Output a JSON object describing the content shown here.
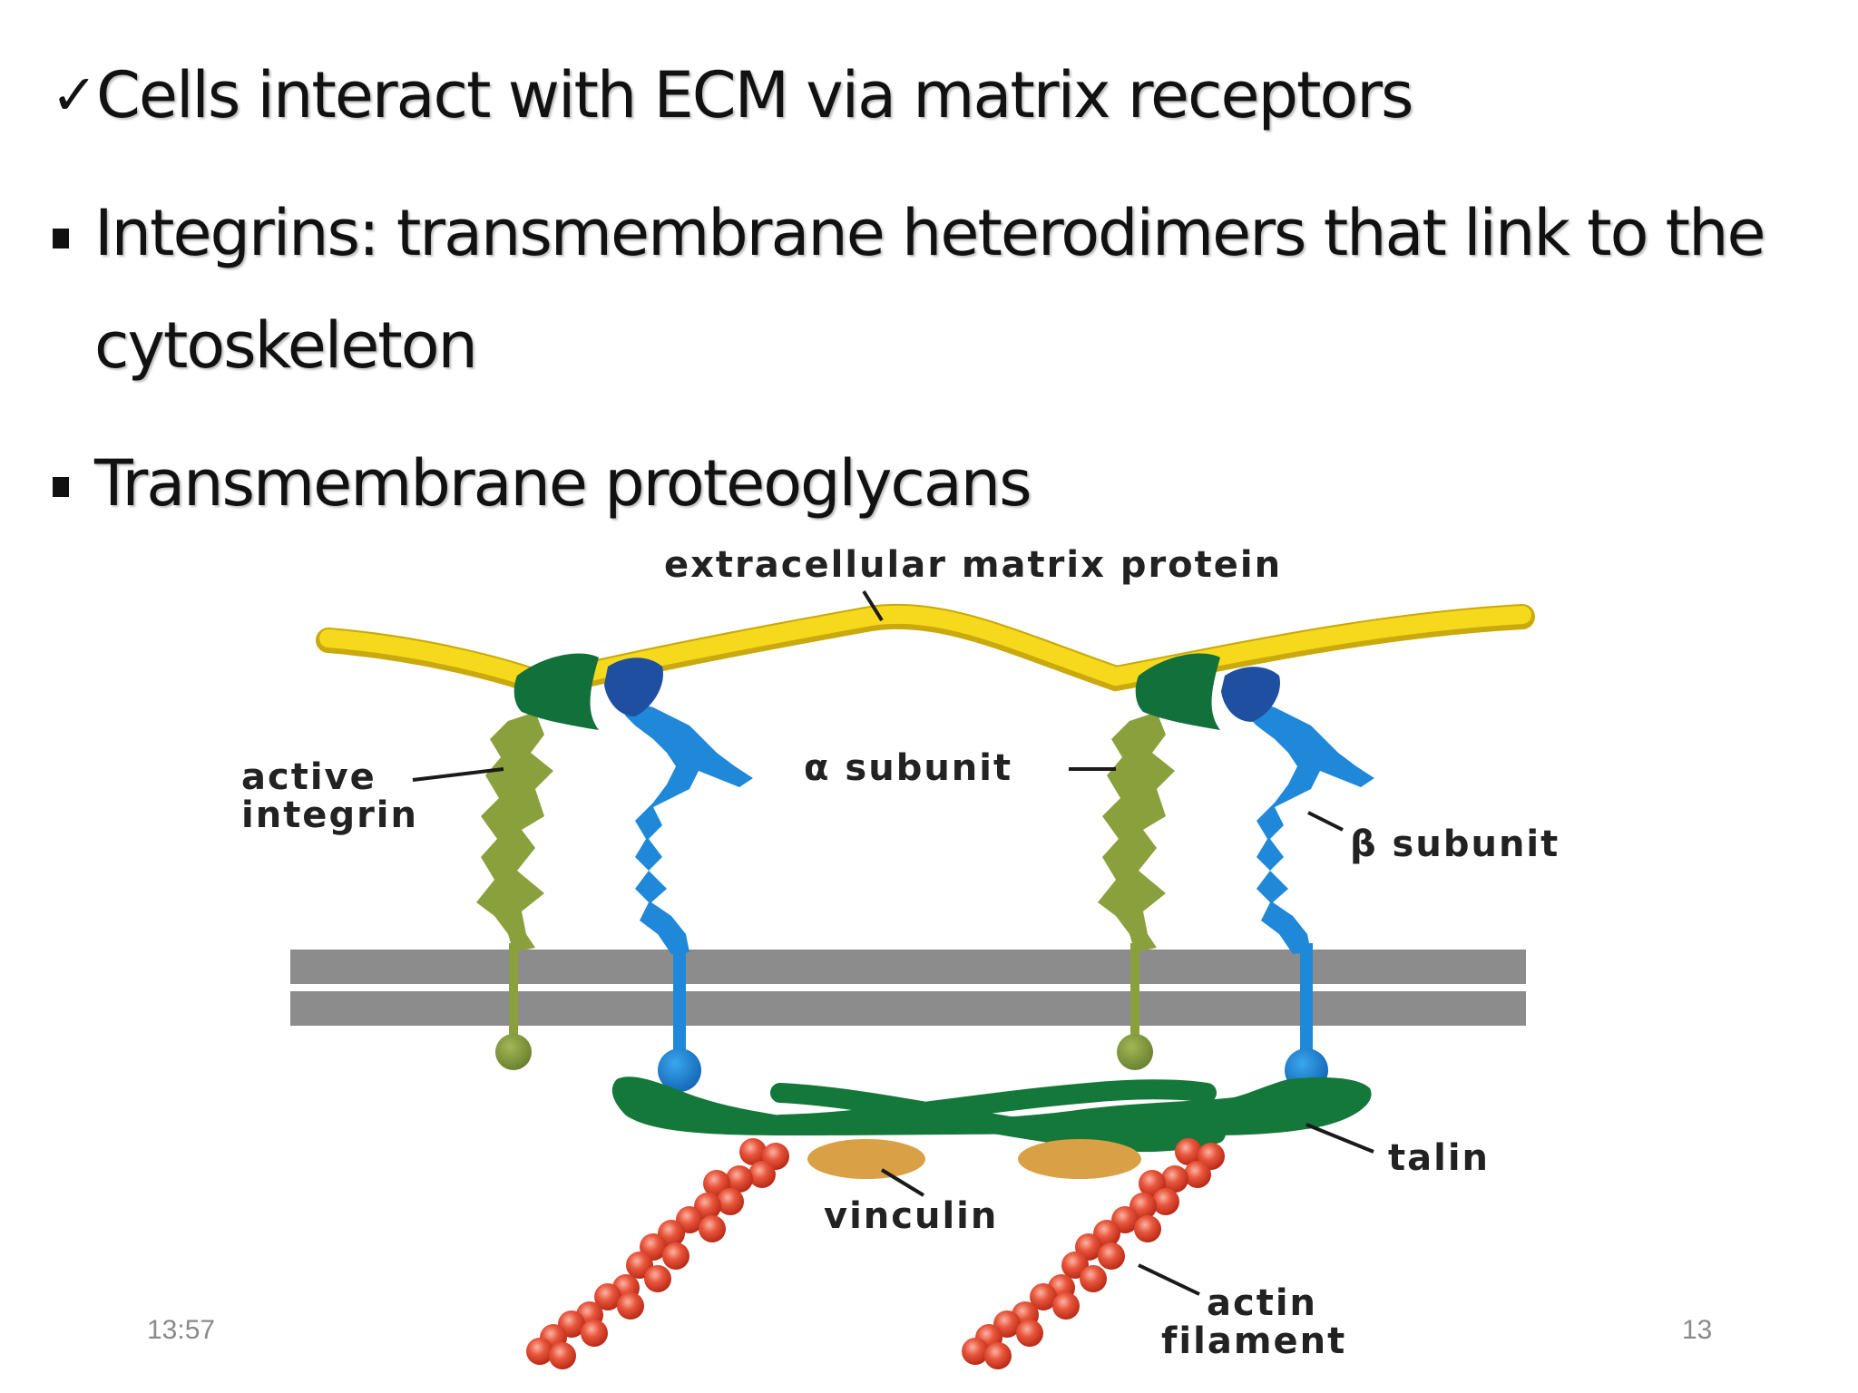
{
  "slide": {
    "heading": "Cells interact with ECM via matrix receptors",
    "bullets": [
      "Integrins: transmembrane heterodimers that link to the",
      "cytoskeleton",
      "Transmembrane proteoglycans"
    ],
    "footer_time": "13:57",
    "page_number": "13"
  },
  "diagram": {
    "labels": {
      "ecm_protein": "extracellular matrix protein",
      "active_integrin_1": "active",
      "active_integrin_2": "integrin",
      "alpha": "α subunit",
      "beta": "β subunit",
      "talin": "talin",
      "vinculin": "vinculin",
      "actin_1": "actin",
      "actin_2": "filament"
    },
    "colors": {
      "ecm": "#f2d41c",
      "integrin_alpha": "#8aa03c",
      "integrin_beta": "#1f88d8",
      "head_green": "#12703a",
      "head_blue": "#1e4fa0",
      "membrane": "#8c8c8c",
      "talin": "#14783a",
      "vinculin": "#d9a046",
      "actin": "#e0452e"
    }
  }
}
